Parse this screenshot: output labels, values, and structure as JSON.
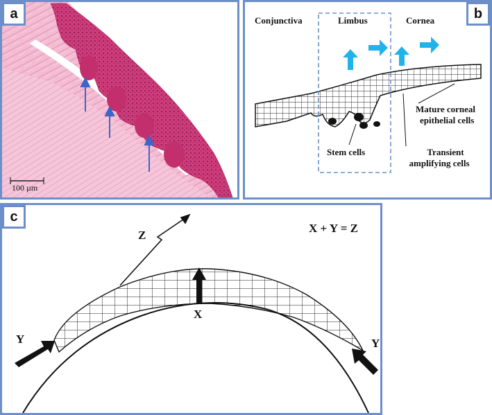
{
  "panels": {
    "a": {
      "tag": "a",
      "scale_bar": "100 µm"
    },
    "b": {
      "tag": "b",
      "regions": {
        "conjunctiva": "Conjunctiva",
        "limbus": "Limbus",
        "cornea": "Cornea"
      },
      "labels": {
        "stem_cells": "Stem cells",
        "transient_1": "Transient",
        "transient_2": "amplifying cells",
        "mature_1": "Mature corneal",
        "mature_2": "epithelial cells"
      }
    },
    "c": {
      "tag": "c",
      "equation": "X + Y = Z",
      "labels": {
        "z": "Z",
        "x": "X",
        "y_left": "Y",
        "y_right": "Y"
      }
    }
  },
  "colors": {
    "panel_border": "#6d8fc9",
    "tissue_pink": "#f2b7cf",
    "epithelium_magenta": "#d6457f",
    "arrow_blue": "#3a66c9",
    "flow_arrow_cyan": "#1fb3ea"
  }
}
